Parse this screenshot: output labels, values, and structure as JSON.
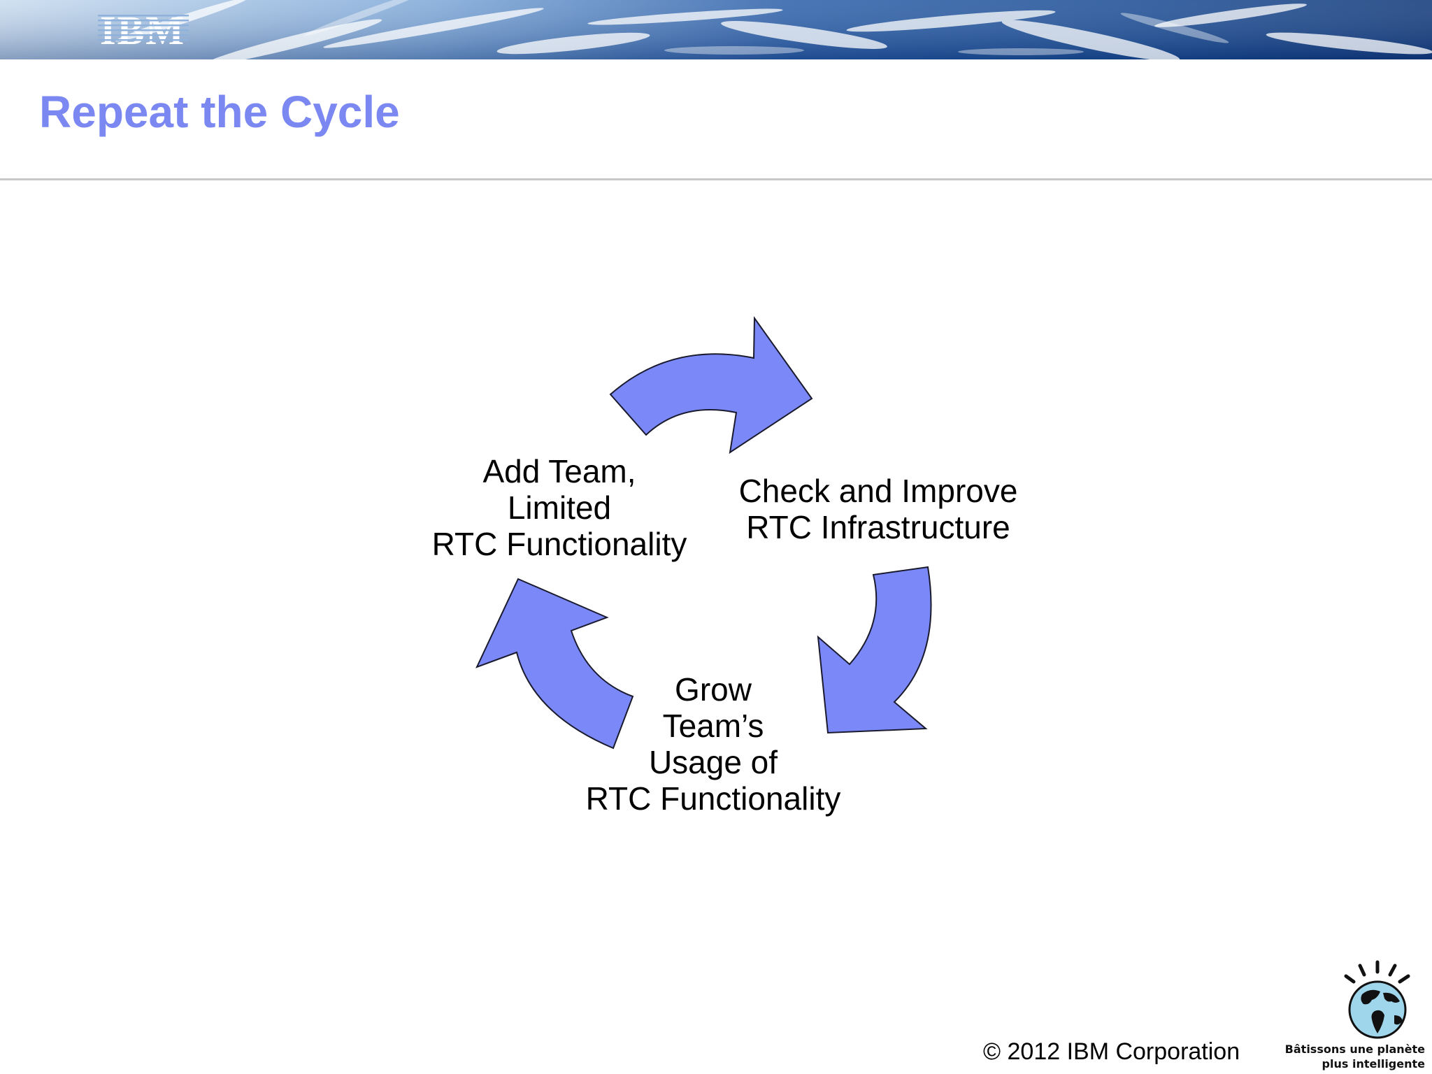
{
  "header": {
    "logo_text": "IBM",
    "title": "Repeat the Cycle"
  },
  "cycle": {
    "steps": [
      {
        "lines": [
          "Add Team,",
          "Limited",
          "RTC Functionality"
        ]
      },
      {
        "lines": [
          "Check and Improve",
          "RTC Infrastructure"
        ]
      },
      {
        "lines": [
          "Grow",
          "Team’s",
          "Usage of",
          "RTC Functionality"
        ]
      }
    ],
    "arrow_color": "#7b88f8"
  },
  "footer": {
    "copyright": "© 2012 IBM Corporation",
    "tagline": [
      "Bâtissons une planète",
      "plus intelligente"
    ]
  },
  "colors": {
    "title": "#7b88f2",
    "arrow_fill": "#7b88f8",
    "arrow_stroke": "#1a1a2e",
    "banner_dark": "#0e3a7a",
    "banner_light": "#bcd4ee"
  }
}
